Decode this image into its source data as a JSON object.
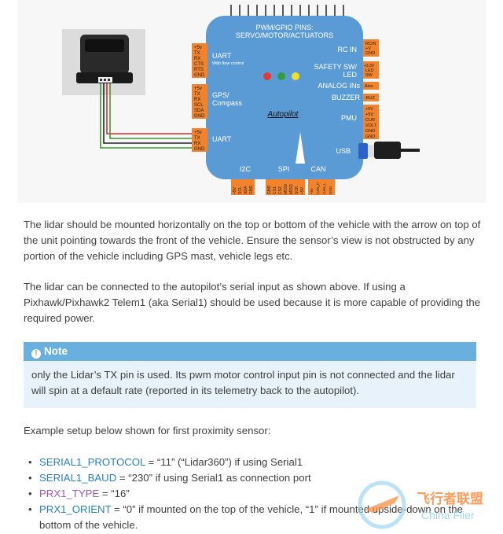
{
  "figure": {
    "header_top": "PWM/GPIO PINS:",
    "header_bottom": "SERVO/MOTOR/ACTUATORS",
    "left_blocks": [
      {
        "pins": [
          "+5v",
          "TX",
          "RX",
          "CTS",
          "RTS",
          "GND"
        ],
        "title": "UART",
        "subtitle": "With flow control"
      },
      {
        "pins": [
          "+5v",
          "TX",
          "RX",
          "SCL",
          "SDA",
          "GND"
        ],
        "title": "GPS/",
        "subtitle": "Compass"
      },
      {
        "pins": [
          "+5v",
          "TX",
          "RX",
          "GND"
        ],
        "title": "UART",
        "subtitle": ""
      }
    ],
    "right_labels": [
      "RC IN",
      "SAFETY SW/",
      "LED",
      "ANALOG INs",
      "BUZZER",
      "PMU",
      "USB"
    ],
    "right_pins": [
      [
        "RCIN",
        "+V",
        "GND"
      ],
      [
        "+3.3V",
        "LED",
        "SW"
      ],
      [
        "Ains"
      ],
      [
        "-BUZ"
      ],
      [
        "+5V",
        "+5V",
        "CUR",
        "VOLT",
        "GND",
        "GND"
      ]
    ],
    "center_label": "Autopilot",
    "bottom_labels": [
      "I2C",
      "SPI",
      "CAN"
    ],
    "bottom_pins": [
      [
        "+5V",
        "SCL",
        "SDA",
        "GND"
      ],
      [
        "GND",
        "CS1",
        "CS2",
        "MOSI",
        "MISO",
        "SCK",
        "+5V"
      ],
      [
        "+5v",
        "CAN_H",
        "CAN_L",
        "GND"
      ]
    ],
    "colors": {
      "board": "#5b9bd5",
      "pin": "#f0832b",
      "wire_red": "#d62b2b",
      "wire_green": "#3a9a2e",
      "wire_black": "#222222",
      "usb": "#2f62c7"
    }
  },
  "paragraphs": {
    "p1": "The lidar should be mounted horizontally on the top or bottom of the vehicle with the arrow on top of the unit pointing towards the front of the vehicle. Ensure the sensor’s view is not obstructed by any portion of the vehicle including GPS mast, vehicle legs etc.",
    "p2": "The lidar can be connected to the autopilot’s serial input as shown above. If using a Pixhawk/Pixhawk2 Telem1 (aka Serial1) should be used because it is more capable of providing the required power.",
    "p3": "Example setup below shown for first proximity sensor:"
  },
  "note": {
    "icon": "info-icon",
    "title": "Note",
    "text": "only the Lidar’s TX pin is used. Its pwm motor control input pin is not connected and the lidar will spin at a default rate (reported in its telemetry back to the autopilot)."
  },
  "params": [
    {
      "name": "SERIAL1_PROTOCOL",
      "rest": " = “11” (“Lidar360”) if using Serial1"
    },
    {
      "name": "SERIAL1_BAUD",
      "rest": " = “230” if using Serial1 as connection port"
    },
    {
      "name": "PRX1_TYPE",
      "rest": " = “16”"
    },
    {
      "name": "PRX1_ORIENT",
      "rest": " = “0” if mounted on the top of the vehicle, “1” if mounted upside-down on the bottom of the vehicle."
    }
  ],
  "watermark": {
    "cn": "飞行者联盟",
    "en": "China Flier"
  }
}
